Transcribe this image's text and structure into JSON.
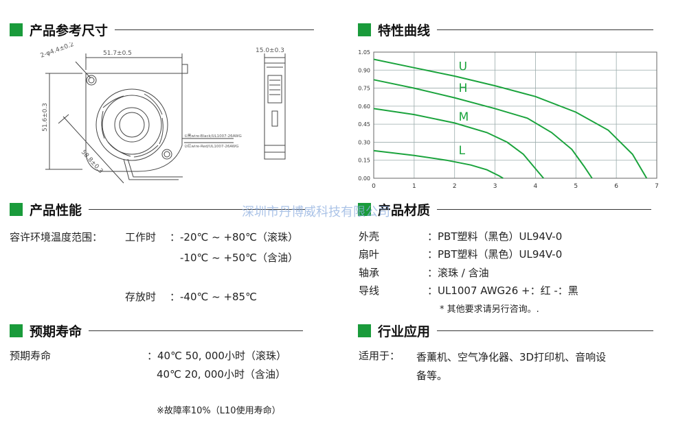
{
  "sections": {
    "dimensions": {
      "title": "产品参考尺寸"
    },
    "curve": {
      "title": "特性曲线"
    },
    "performance": {
      "title": "产品性能"
    },
    "material": {
      "title": "产品材质"
    },
    "lifespan": {
      "title": "预期寿命"
    },
    "application": {
      "title": "行业应用"
    }
  },
  "drawing": {
    "dim_width": "51.7±0.5",
    "dim_height": "51.6±0.3",
    "dim_diag": "58.8±0.3",
    "dim_hole": "2-φ4.4±0.2",
    "dim_depth": "15.0±0.3",
    "wire1": "①黑wire-Black/UL1007-26AWG",
    "wire2": "②红wire-Red/UL1007-26AWG"
  },
  "performance": {
    "label": "容许环境温度范围：",
    "work_label": "工作时",
    "work_line1": "：-20℃ ~ +80℃（滚珠）",
    "work_line2": "-10℃ ~ +50℃（含油）",
    "store_label": "存放时",
    "store_value": "：-40℃ ~ +85℃"
  },
  "material": {
    "rows": [
      {
        "label": "外壳",
        "value": "：PBT塑料（黑色）UL94V-0"
      },
      {
        "label": "扇叶",
        "value": "：PBT塑料（黑色）UL94V-0"
      },
      {
        "label": "轴承",
        "value": "：滚珠 / 含油"
      },
      {
        "label": "导线",
        "value": "：UL1007 AWG26 +：红 -：黑"
      }
    ],
    "note": "* 其他要求请另行咨询。."
  },
  "lifespan": {
    "label": "预期寿命",
    "line1": "：40℃ 50, 000小时（滚珠）",
    "line2": "40℃ 20, 000小时（含油）",
    "note": "※故障率10%（L10使用寿命）"
  },
  "application": {
    "label": "适用于：",
    "line1": "香薰机、空气净化器、3D打印机、音响设",
    "line2": "备等。"
  },
  "watermark": "深圳市丹博威科技有限公司",
  "colors": {
    "accent": "#1a9b3b",
    "curve": "#1aa33c"
  },
  "chart_data": {
    "type": "line",
    "xlim": [
      0,
      7
    ],
    "ylim": [
      0,
      1.05
    ],
    "xticks": [
      "0",
      "1",
      "2",
      "3",
      "4",
      "5",
      "6",
      "7"
    ],
    "yticks": [
      "0.00",
      "0.15",
      "0.30",
      "0.45",
      "0.60",
      "0.75",
      "0.90",
      "1.05"
    ],
    "series": [
      {
        "name": "U",
        "x": [
          0,
          1,
          2,
          3,
          4,
          5,
          5.8,
          6.4,
          6.75
        ],
        "y": [
          0.99,
          0.92,
          0.85,
          0.77,
          0.68,
          0.55,
          0.4,
          0.2,
          0.0
        ]
      },
      {
        "name": "H",
        "x": [
          0,
          1,
          2,
          3,
          3.8,
          4.4,
          4.9,
          5.2,
          5.4
        ],
        "y": [
          0.82,
          0.75,
          0.67,
          0.58,
          0.5,
          0.38,
          0.24,
          0.1,
          0.0
        ]
      },
      {
        "name": "M",
        "x": [
          0,
          1,
          2,
          2.8,
          3.3,
          3.7,
          4.0,
          4.2
        ],
        "y": [
          0.58,
          0.53,
          0.46,
          0.38,
          0.3,
          0.2,
          0.08,
          0.0
        ]
      },
      {
        "name": "L",
        "x": [
          0,
          1,
          1.8,
          2.4,
          2.8,
          3.1,
          3.2
        ],
        "y": [
          0.23,
          0.19,
          0.15,
          0.11,
          0.07,
          0.02,
          0.0
        ]
      }
    ]
  }
}
